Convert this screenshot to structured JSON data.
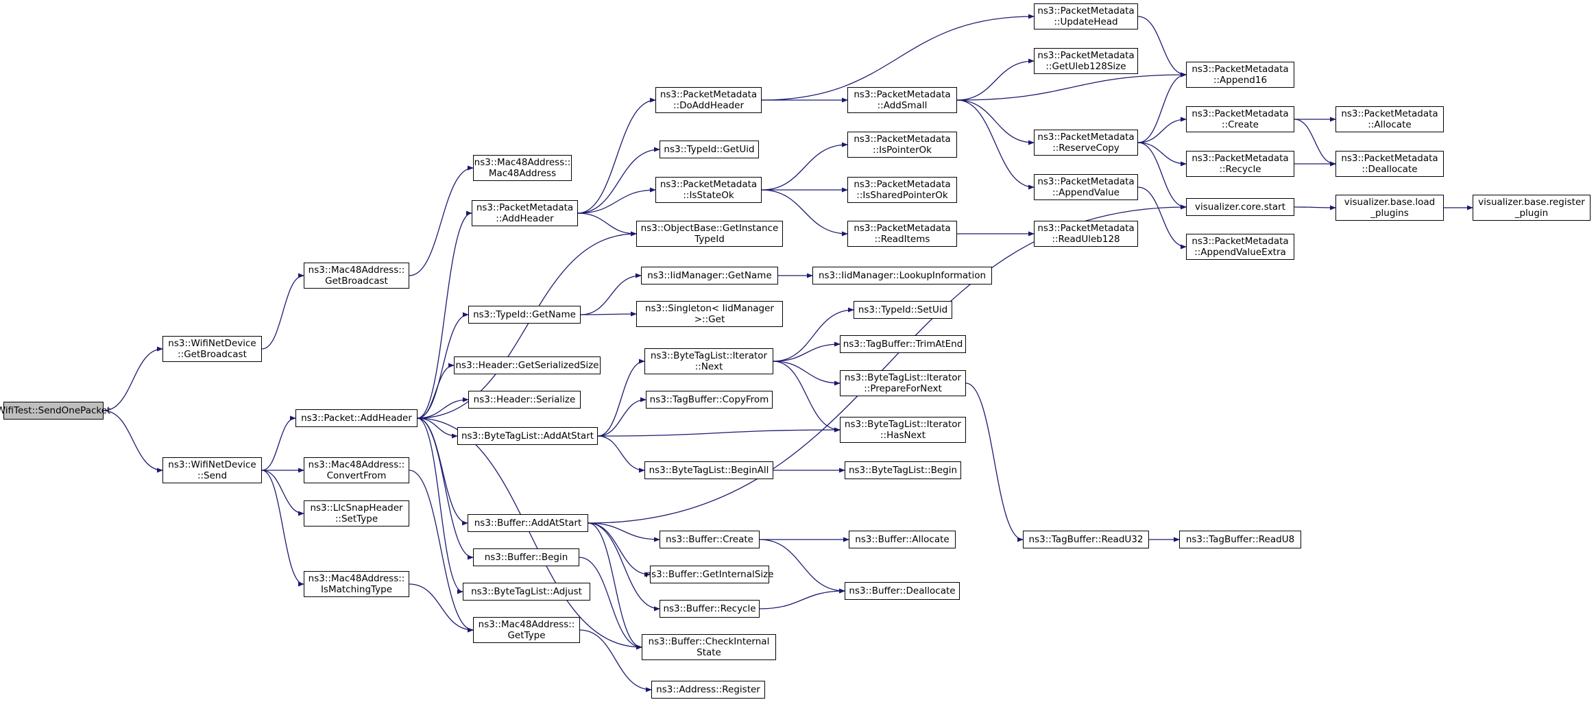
{
  "graph": {
    "nodes": [
      {
        "id": "root",
        "lines": [
          "WifiTest::SendOnePacket"
        ],
        "root": true
      },
      {
        "id": "wnd_getbroadcast",
        "lines": [
          "ns3::WifiNetDevice",
          "::GetBroadcast"
        ]
      },
      {
        "id": "wnd_send",
        "lines": [
          "ns3::WifiNetDevice",
          "::Send"
        ]
      },
      {
        "id": "mac_getbroadcast",
        "lines": [
          "ns3::Mac48Address::",
          "GetBroadcast"
        ]
      },
      {
        "id": "mac_ctor",
        "lines": [
          "ns3::Mac48Address::",
          "Mac48Address"
        ]
      },
      {
        "id": "pkt_addheader",
        "lines": [
          "ns3::Packet::AddHeader"
        ]
      },
      {
        "id": "mac_convertfrom",
        "lines": [
          "ns3::Mac48Address::",
          "ConvertFrom"
        ]
      },
      {
        "id": "llc_settype",
        "lines": [
          "ns3::LlcSnapHeader",
          "::SetType"
        ]
      },
      {
        "id": "mac_ismatching",
        "lines": [
          "ns3::Mac48Address::",
          "IsMatchingType"
        ]
      },
      {
        "id": "pm_addheader",
        "lines": [
          "ns3::PacketMetadata",
          "::AddHeader"
        ]
      },
      {
        "id": "typeid_getname",
        "lines": [
          "ns3::TypeId::GetName"
        ]
      },
      {
        "id": "hdr_getsersize",
        "lines": [
          "ns3::Header::GetSerializedSize"
        ]
      },
      {
        "id": "hdr_serialize",
        "lines": [
          "ns3::Header::Serialize"
        ]
      },
      {
        "id": "btl_addatstart",
        "lines": [
          "ns3::ByteTagList::AddAtStart"
        ]
      },
      {
        "id": "buf_addatstart",
        "lines": [
          "ns3::Buffer::AddAtStart"
        ]
      },
      {
        "id": "buf_begin",
        "lines": [
          "ns3::Buffer::Begin"
        ]
      },
      {
        "id": "btl_adjust",
        "lines": [
          "ns3::ByteTagList::Adjust"
        ]
      },
      {
        "id": "mac_gettype",
        "lines": [
          "ns3::Mac48Address::",
          "GetType"
        ]
      },
      {
        "id": "pm_doaddheader",
        "lines": [
          "ns3::PacketMetadata",
          "::DoAddHeader"
        ]
      },
      {
        "id": "typeid_getuid",
        "lines": [
          "ns3::TypeId::GetUid"
        ]
      },
      {
        "id": "pm_isstateok",
        "lines": [
          "ns3::PacketMetadata",
          "::IsStateOk"
        ]
      },
      {
        "id": "ob_getinstancetypeid",
        "lines": [
          "ns3::ObjectBase::GetInstance",
          "TypeId"
        ]
      },
      {
        "id": "iid_getname",
        "lines": [
          "ns3::IidManager::GetName"
        ]
      },
      {
        "id": "singleton_get",
        "lines": [
          "ns3::Singleton< IidManager",
          ">::Get"
        ]
      },
      {
        "id": "btl_it_next",
        "lines": [
          "ns3::ByteTagList::Iterator",
          "::Next"
        ]
      },
      {
        "id": "tb_copyfrom",
        "lines": [
          "ns3::TagBuffer::CopyFrom"
        ]
      },
      {
        "id": "btl_beginall",
        "lines": [
          "ns3::ByteTagList::BeginAll"
        ]
      },
      {
        "id": "buf_create",
        "lines": [
          "ns3::Buffer::Create"
        ]
      },
      {
        "id": "buf_getinternalsize",
        "lines": [
          "ns3::Buffer::GetInternalSize"
        ]
      },
      {
        "id": "buf_recycle",
        "lines": [
          "ns3::Buffer::Recycle"
        ]
      },
      {
        "id": "buf_checkinternal",
        "lines": [
          "ns3::Buffer::CheckInternal",
          "State"
        ]
      },
      {
        "id": "addr_register",
        "lines": [
          "ns3::Address::Register"
        ]
      },
      {
        "id": "pm_addsmall",
        "lines": [
          "ns3::PacketMetadata",
          "::AddSmall"
        ]
      },
      {
        "id": "pm_ispointerok",
        "lines": [
          "ns3::PacketMetadata",
          "::IsPointerOk"
        ]
      },
      {
        "id": "pm_issharedpointerok",
        "lines": [
          "ns3::PacketMetadata",
          "::IsSharedPointerOk"
        ]
      },
      {
        "id": "pm_readitems",
        "lines": [
          "ns3::PacketMetadata",
          "::ReadItems"
        ]
      },
      {
        "id": "iid_lookupinfo",
        "lines": [
          "ns3::IidManager::LookupInformation"
        ]
      },
      {
        "id": "typeid_setuid",
        "lines": [
          "ns3::TypeId::SetUid"
        ]
      },
      {
        "id": "tb_trimatend",
        "lines": [
          "ns3::TagBuffer::TrimAtEnd"
        ]
      },
      {
        "id": "btl_it_prepare",
        "lines": [
          "ns3::ByteTagList::Iterator",
          "::PrepareForNext"
        ]
      },
      {
        "id": "btl_it_hasnext",
        "lines": [
          "ns3::ByteTagList::Iterator",
          "::HasNext"
        ]
      },
      {
        "id": "btl_begin",
        "lines": [
          "ns3::ByteTagList::Begin"
        ]
      },
      {
        "id": "buf_allocate",
        "lines": [
          "ns3::Buffer::Allocate"
        ]
      },
      {
        "id": "buf_deallocate",
        "lines": [
          "ns3::Buffer::Deallocate"
        ]
      },
      {
        "id": "pm_updatehead",
        "lines": [
          "ns3::PacketMetadata",
          "::UpdateHead"
        ]
      },
      {
        "id": "pm_getuleb128size",
        "lines": [
          "ns3::PacketMetadata",
          "::GetUleb128Size"
        ]
      },
      {
        "id": "pm_reservecopy",
        "lines": [
          "ns3::PacketMetadata",
          "::ReserveCopy"
        ]
      },
      {
        "id": "pm_appendvalue",
        "lines": [
          "ns3::PacketMetadata",
          "::AppendValue"
        ]
      },
      {
        "id": "pm_readuleb128",
        "lines": [
          "ns3::PacketMetadata",
          "::ReadUleb128"
        ]
      },
      {
        "id": "tb_readu32",
        "lines": [
          "ns3::TagBuffer::ReadU32"
        ]
      },
      {
        "id": "pm_append16",
        "lines": [
          "ns3::PacketMetadata",
          "::Append16"
        ]
      },
      {
        "id": "pm_create",
        "lines": [
          "ns3::PacketMetadata",
          "::Create"
        ]
      },
      {
        "id": "pm_recycle",
        "lines": [
          "ns3::PacketMetadata",
          "::Recycle"
        ]
      },
      {
        "id": "viz_core_start",
        "lines": [
          "visualizer.core.start"
        ]
      },
      {
        "id": "pm_appendvalueextra",
        "lines": [
          "ns3::PacketMetadata",
          "::AppendValueExtra"
        ]
      },
      {
        "id": "tb_readu8",
        "lines": [
          "ns3::TagBuffer::ReadU8"
        ]
      },
      {
        "id": "pm_allocate",
        "lines": [
          "ns3::PacketMetadata",
          "::Allocate"
        ]
      },
      {
        "id": "pm_deallocate",
        "lines": [
          "ns3::PacketMetadata",
          "::Deallocate"
        ]
      },
      {
        "id": "viz_base_load",
        "lines": [
          "visualizer.base.load",
          "_plugins"
        ]
      },
      {
        "id": "viz_base_register",
        "lines": [
          "visualizer.base.register",
          "_plugin"
        ]
      }
    ],
    "edges": [
      [
        "root",
        "wnd_getbroadcast"
      ],
      [
        "root",
        "wnd_send"
      ],
      [
        "wnd_getbroadcast",
        "mac_getbroadcast"
      ],
      [
        "mac_getbroadcast",
        "mac_ctor"
      ],
      [
        "wnd_send",
        "pkt_addheader"
      ],
      [
        "wnd_send",
        "mac_convertfrom"
      ],
      [
        "wnd_send",
        "llc_settype"
      ],
      [
        "wnd_send",
        "mac_ismatching"
      ],
      [
        "pkt_addheader",
        "pm_addheader"
      ],
      [
        "pkt_addheader",
        "ob_getinstancetypeid"
      ],
      [
        "pkt_addheader",
        "typeid_getname"
      ],
      [
        "pkt_addheader",
        "hdr_getsersize"
      ],
      [
        "pkt_addheader",
        "hdr_serialize"
      ],
      [
        "pkt_addheader",
        "btl_addatstart"
      ],
      [
        "pkt_addheader",
        "buf_addatstart"
      ],
      [
        "pkt_addheader",
        "buf_begin"
      ],
      [
        "pkt_addheader",
        "btl_adjust"
      ],
      [
        "pkt_addheader",
        "buf_checkinternal"
      ],
      [
        "mac_convertfrom",
        "mac_gettype"
      ],
      [
        "mac_ismatching",
        "mac_gettype"
      ],
      [
        "mac_gettype",
        "addr_register"
      ],
      [
        "pm_addheader",
        "pm_doaddheader"
      ],
      [
        "pm_addheader",
        "typeid_getuid"
      ],
      [
        "pm_addheader",
        "pm_isstateok"
      ],
      [
        "pm_addheader",
        "ob_getinstancetypeid"
      ],
      [
        "pm_doaddheader",
        "pm_updatehead"
      ],
      [
        "pm_doaddheader",
        "pm_addsmall"
      ],
      [
        "pm_isstateok",
        "pm_ispointerok"
      ],
      [
        "pm_isstateok",
        "pm_issharedpointerok"
      ],
      [
        "pm_isstateok",
        "pm_readitems"
      ],
      [
        "pm_readitems",
        "pm_readuleb128"
      ],
      [
        "typeid_getname",
        "iid_getname"
      ],
      [
        "typeid_getname",
        "singleton_get"
      ],
      [
        "iid_getname",
        "iid_lookupinfo"
      ],
      [
        "btl_addatstart",
        "btl_it_next"
      ],
      [
        "btl_addatstart",
        "tb_copyfrom"
      ],
      [
        "btl_addatstart",
        "btl_it_hasnext"
      ],
      [
        "btl_addatstart",
        "btl_beginall"
      ],
      [
        "btl_it_next",
        "typeid_setuid"
      ],
      [
        "btl_it_next",
        "tb_trimatend"
      ],
      [
        "btl_it_next",
        "btl_it_prepare"
      ],
      [
        "btl_it_next",
        "btl_it_hasnext"
      ],
      [
        "btl_it_prepare",
        "tb_readu32"
      ],
      [
        "tb_readu32",
        "tb_readu8"
      ],
      [
        "btl_beginall",
        "btl_begin"
      ],
      [
        "buf_addatstart",
        "viz_core_start"
      ],
      [
        "buf_addatstart",
        "buf_create"
      ],
      [
        "buf_addatstart",
        "buf_getinternalsize"
      ],
      [
        "buf_addatstart",
        "buf_recycle"
      ],
      [
        "buf_addatstart",
        "buf_checkinternal"
      ],
      [
        "buf_begin",
        "buf_checkinternal"
      ],
      [
        "buf_create",
        "buf_allocate"
      ],
      [
        "buf_create",
        "buf_deallocate"
      ],
      [
        "buf_recycle",
        "buf_deallocate"
      ],
      [
        "pm_addsmall",
        "pm_getuleb128size"
      ],
      [
        "pm_addsmall",
        "pm_append16"
      ],
      [
        "pm_addsmall",
        "pm_reservecopy"
      ],
      [
        "pm_addsmall",
        "pm_appendvalue"
      ],
      [
        "pm_updatehead",
        "pm_append16"
      ],
      [
        "pm_reservecopy",
        "pm_append16"
      ],
      [
        "pm_reservecopy",
        "pm_create"
      ],
      [
        "pm_reservecopy",
        "pm_recycle"
      ],
      [
        "pm_reservecopy",
        "viz_core_start"
      ],
      [
        "pm_appendvalue",
        "pm_appendvalueextra"
      ],
      [
        "pm_create",
        "pm_allocate"
      ],
      [
        "pm_create",
        "pm_deallocate"
      ],
      [
        "pm_recycle",
        "pm_deallocate"
      ],
      [
        "viz_core_start",
        "viz_base_load"
      ],
      [
        "viz_base_load",
        "viz_base_register"
      ]
    ]
  }
}
